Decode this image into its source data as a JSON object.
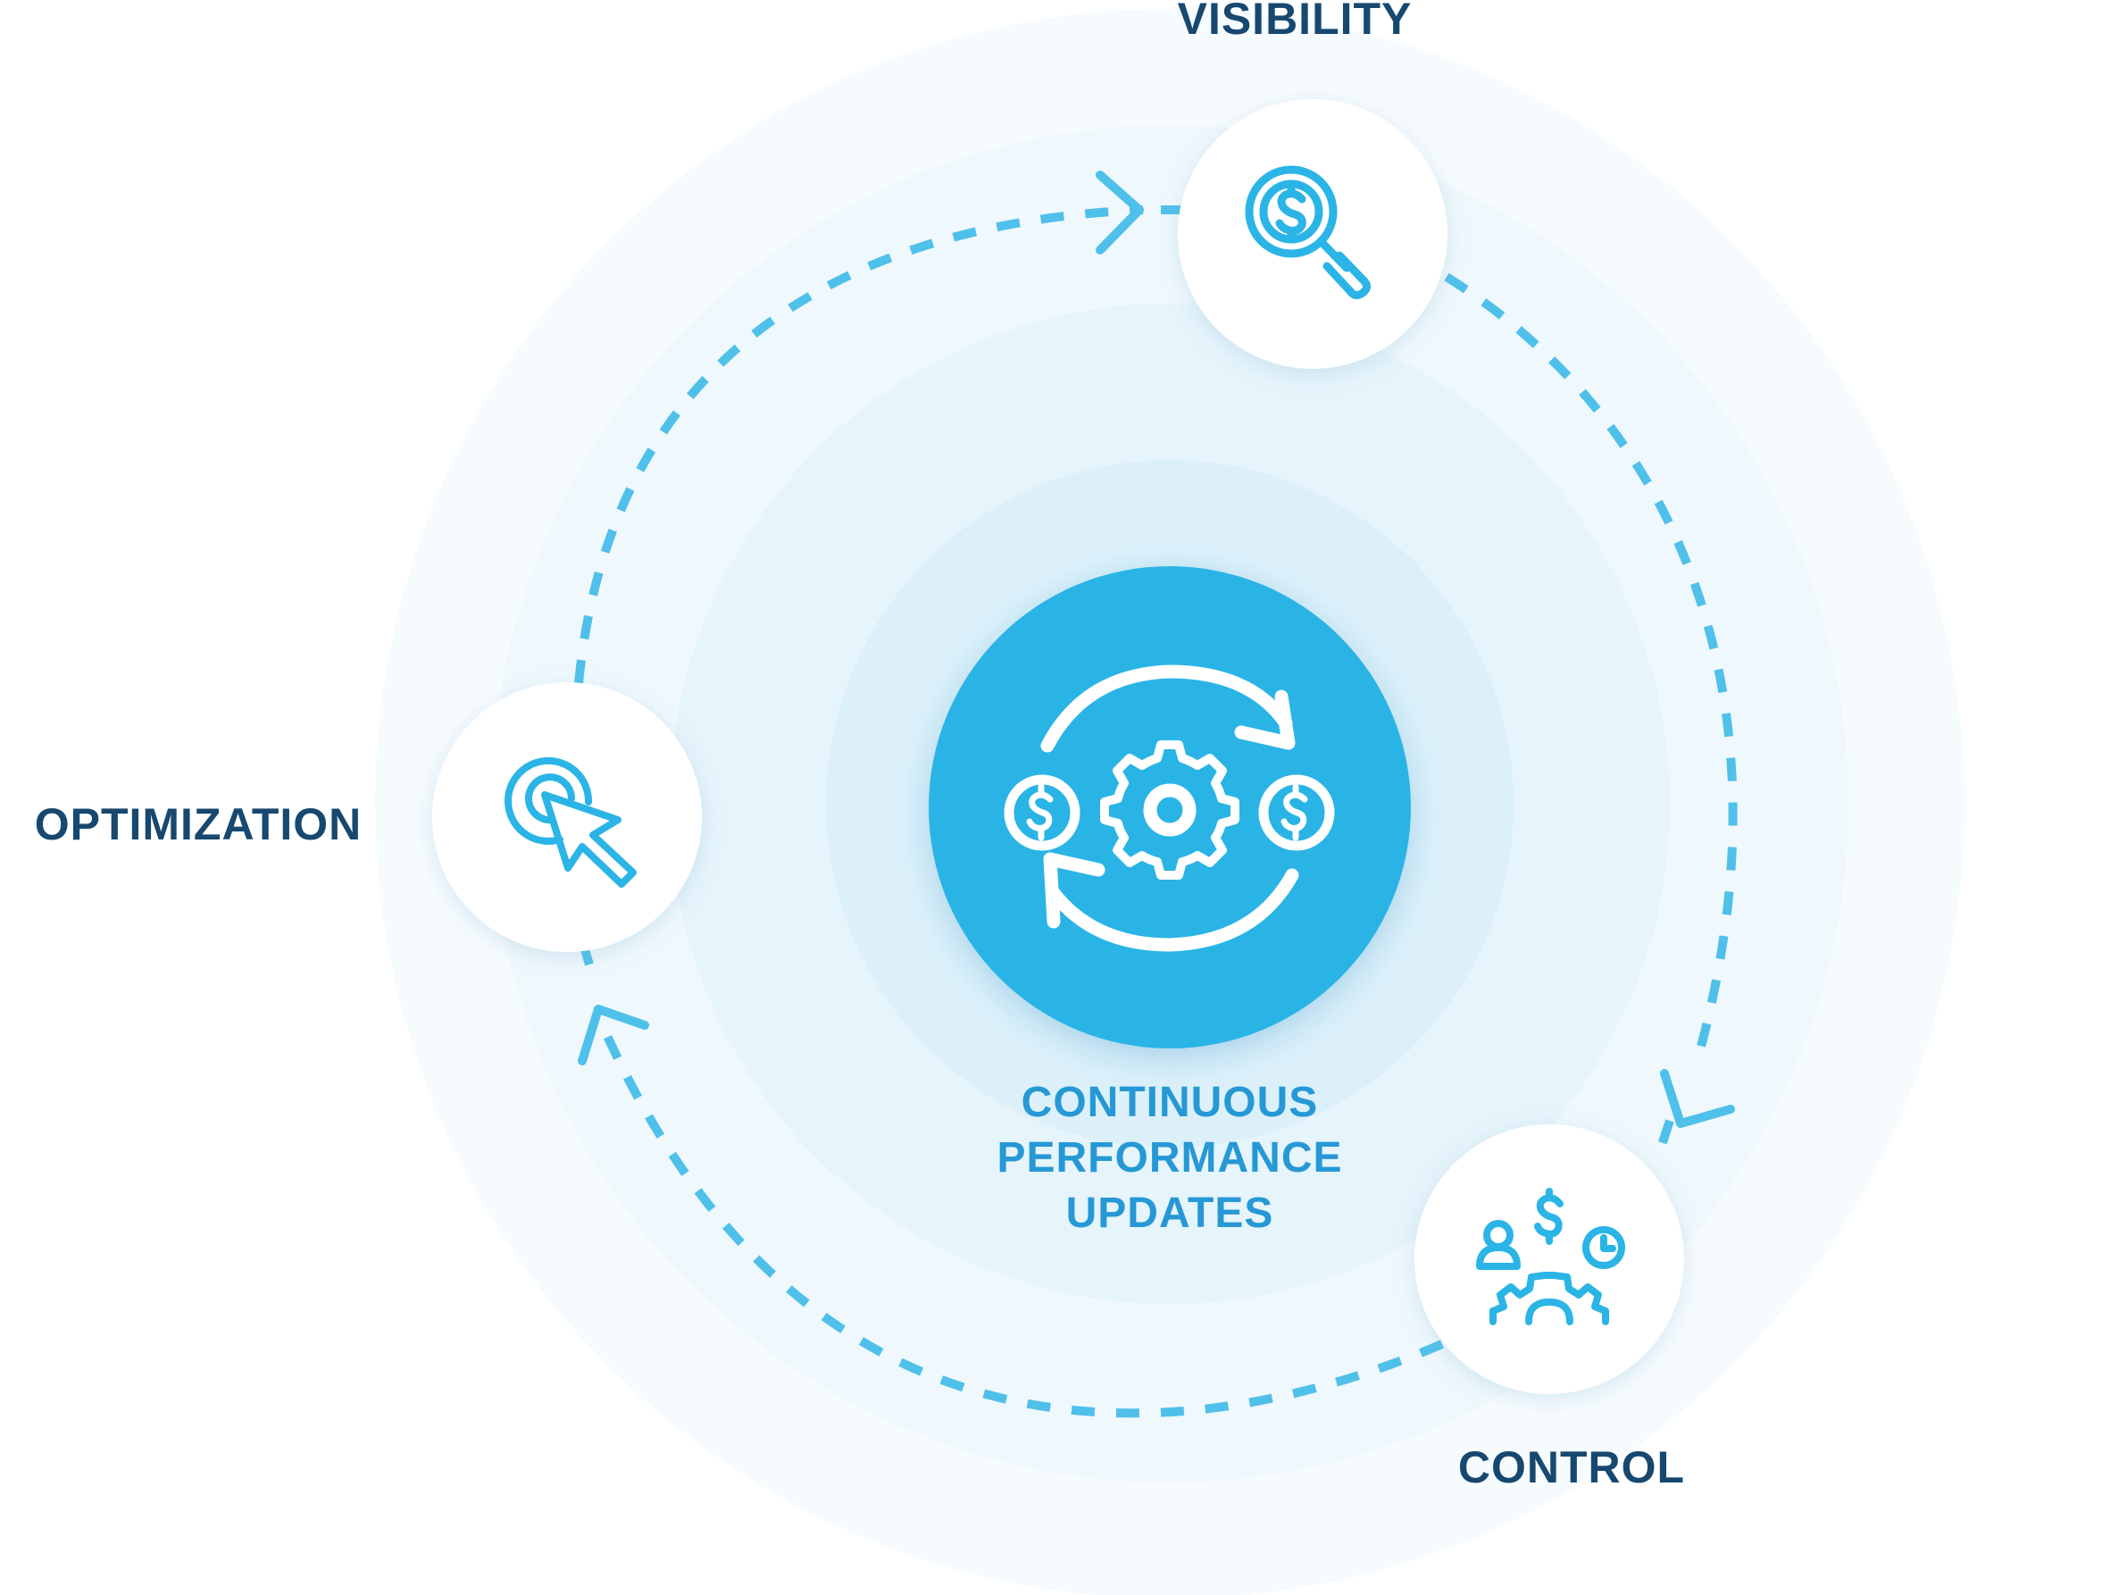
{
  "diagram": {
    "center": {
      "lines": [
        "CONTINUOUS",
        "PERFORMANCE",
        "UPDATES"
      ],
      "icon": "refresh-gear-dollar-icon"
    },
    "nodes": [
      {
        "key": "visibility",
        "label": "VISIBILITY",
        "icon": "dollar-magnifier-icon"
      },
      {
        "key": "control",
        "label": "CONTROL",
        "icon": "user-dollar-clock-gear-icon"
      },
      {
        "key": "optimization",
        "label": "OPTIMIZATION",
        "icon": "click-cursor-icon"
      }
    ],
    "flow": "clockwise"
  },
  "colors": {
    "primary": "#2bb4e6",
    "arrow": "#4fc0ea",
    "label": "#17486f",
    "center_label": "#2698d6",
    "ring_1": "#f6fbfe",
    "ring_2": "#eff8fc",
    "ring_3": "#e6f4fb",
    "ring_4": "#dcf0fa",
    "node_fill": "#ffffff"
  }
}
